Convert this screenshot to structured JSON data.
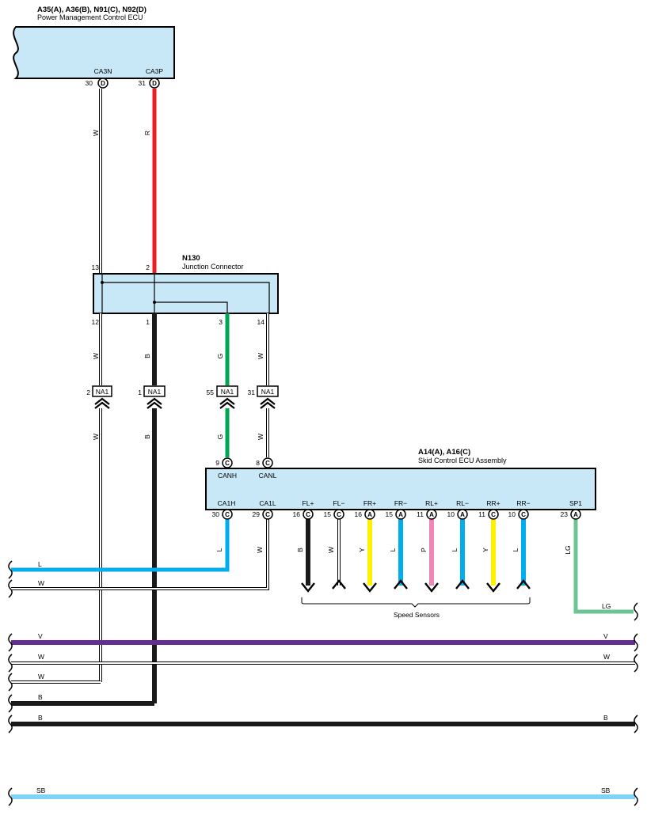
{
  "pm_ecu": {
    "codes": "A35(A), A36(B), N91(C), N92(D)",
    "name": "Power Management Control ECU",
    "pins": [
      {
        "label": "CA3N",
        "num": "30",
        "code": "D"
      },
      {
        "label": "CA3P",
        "num": "31",
        "code": "D"
      }
    ]
  },
  "junction": {
    "code": "N130",
    "name": "Junction Connector",
    "top_pins": [
      "13",
      "2"
    ],
    "bottom_pins": [
      "12",
      "1",
      "3",
      "14"
    ]
  },
  "na1_connectors": [
    {
      "num": "2",
      "code": "NA1"
    },
    {
      "num": "1",
      "code": "NA1"
    },
    {
      "num": "55",
      "code": "NA1"
    },
    {
      "num": "31",
      "code": "NA1"
    }
  ],
  "skid_ecu": {
    "codes": "A14(A), A16(C)",
    "name": "Skid Control ECU Assembly",
    "top_pins": [
      {
        "num": "9",
        "code": "C",
        "label": "CANH"
      },
      {
        "num": "8",
        "code": "C",
        "label": "CANL"
      }
    ],
    "bottom_pins": [
      {
        "label": "CA1H",
        "num": "30",
        "code": "C"
      },
      {
        "label": "CA1L",
        "num": "29",
        "code": "C"
      },
      {
        "label": "FL+",
        "num": "16",
        "code": "C"
      },
      {
        "label": "FL−",
        "num": "15",
        "code": "C"
      },
      {
        "label": "FR+",
        "num": "16",
        "code": "A"
      },
      {
        "label": "FR−",
        "num": "15",
        "code": "A"
      },
      {
        "label": "RL+",
        "num": "11",
        "code": "A"
      },
      {
        "label": "RL−",
        "num": "10",
        "code": "A"
      },
      {
        "label": "RR+",
        "num": "11",
        "code": "C"
      },
      {
        "label": "RR−",
        "num": "10",
        "code": "C"
      },
      {
        "label": "SP1",
        "num": "23",
        "code": "A"
      }
    ]
  },
  "speed_sensors_label": "Speed Sensors",
  "wire_colors": {
    "R": "#ee1c24",
    "W": "#ffffff",
    "B": "#1a1a1a",
    "G": "#00a651",
    "L": "#00aeef",
    "Y": "#fff200",
    "P": "#ef86b8",
    "LG": "#6cc494",
    "V": "#662d91",
    "SB": "#7fd3f7"
  },
  "wire_labels": {
    "w_ca3n": "W",
    "w_ca3p": "R",
    "w_j12": "W",
    "w_j1": "B",
    "w_j3": "G",
    "w_j14": "W",
    "w_na2": "W",
    "w_na1": "B",
    "w_na55": "G",
    "w_na31": "W",
    "w_fl_plus": "B",
    "w_fl_minus": "W",
    "w_fr_plus": "Y",
    "w_fr_minus": "L",
    "w_rl_plus": "P",
    "w_rl_minus": "L",
    "w_rr_plus": "Y",
    "w_rr_minus": "L",
    "w_ca1h": "L",
    "w_ca1l": "W",
    "w_sp1": "LG"
  },
  "bus_lines": {
    "l_left": "L",
    "w1_left": "W",
    "lg_right": "LG",
    "v_left": "V",
    "v_right": "V",
    "w2_left": "W",
    "w2_right": "W",
    "w3_left": "W",
    "b1_left": "B",
    "b2_left": "B",
    "b2_right": "B",
    "sb_left": "SB",
    "sb_right": "SB"
  }
}
